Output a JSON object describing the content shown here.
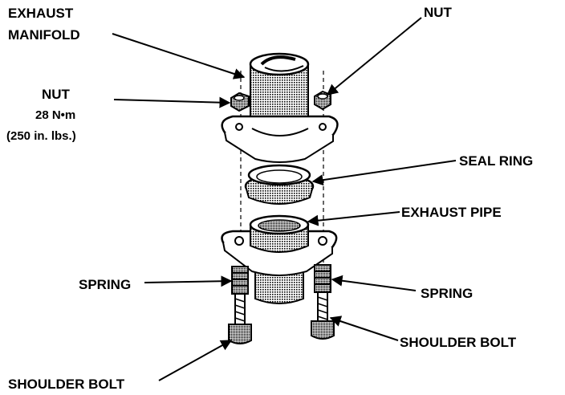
{
  "labels": {
    "exhaust_manifold_line1": "EXHAUST",
    "exhaust_manifold_line2": "MANIFOLD",
    "nut_top_right": "NUT",
    "nut_left": "NUT",
    "nut_torque_nm": "28 N•m",
    "nut_torque_inlbs": "(250 in. lbs.)",
    "seal_ring": "SEAL RING",
    "exhaust_pipe": "EXHAUST PIPE",
    "spring_left": "SPRING",
    "spring_right": "SPRING",
    "shoulder_bolt_right": "SHOULDER BOLT",
    "shoulder_bolt_left": "SHOULDER BOLT"
  }
}
